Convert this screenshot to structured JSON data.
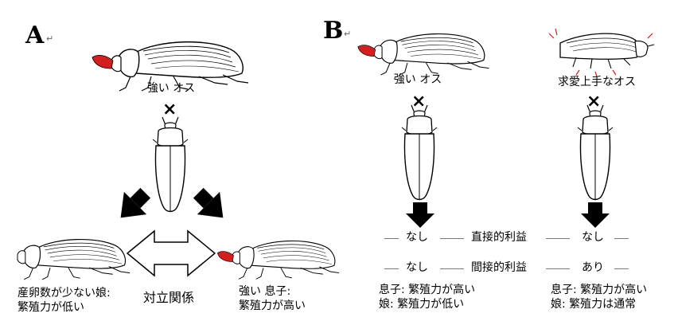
{
  "panel_a": {
    "letter": "A",
    "return_mark": "↵",
    "strong_male": "強い オス",
    "cross": "×",
    "conflict": "対立関係",
    "daughter_line1": "産卵数が少ない娘:",
    "daughter_line2": "繁殖力が低い",
    "son_line1": "強い 息子:",
    "son_line2": "繁殖力が高い"
  },
  "panel_b": {
    "letter": "B",
    "return_mark": "↵",
    "strong_male": "強い オス",
    "courtship_male": "求愛上手なオス",
    "cross_left": "×",
    "cross_right": "×",
    "row_direct": {
      "left": "なし",
      "label": "直接的利益",
      "right": "なし"
    },
    "row_indirect": {
      "left": "なし",
      "label": "間接的利益",
      "right": "あり"
    },
    "left_son": "息子: 繁殖力が高い",
    "left_daughter": "娘: 繁殖力が低い",
    "right_son": "息子: 繁殖力が高い",
    "right_daughter": "娘: 繁殖力は通常"
  },
  "colors": {
    "mandible": "#d41f1f",
    "line": "#000000",
    "dash": "#7a7a7a"
  }
}
